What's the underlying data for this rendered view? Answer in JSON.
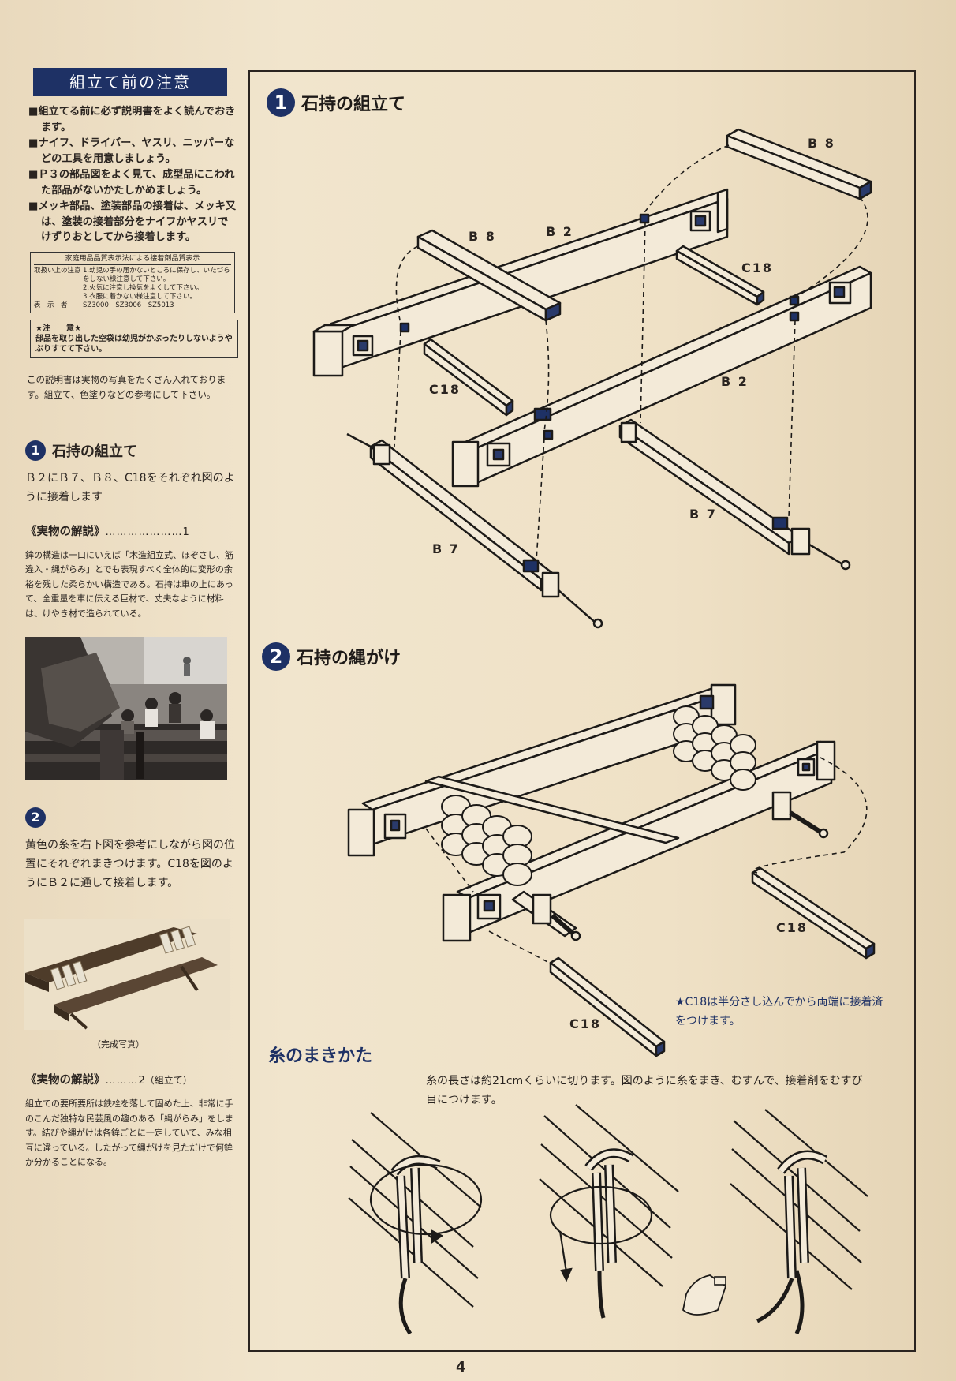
{
  "left": {
    "notice_title": "組立て前の注意",
    "notices": [
      "■組立てる前に必ず説明書をよく読んでおきます。",
      "■ナイフ、ドライバー、ヤスリ、ニッパーなどの工具を用意しましょう。",
      "■Ｐ３の部品図をよく見て、成型品にこわれた部品がないかたしかめましょう。",
      "■メッキ部品、塗装部品の接着は、メッキ又は、塗装の接着部分をナイフかヤスリでけずりおとしてから接着します。"
    ],
    "label_box": {
      "title": "家庭用品品質表示法による接着剤品質表示",
      "handling_key": "取扱い上の注意",
      "handling_lines": [
        "1.幼児の手の届かないところに保存し、いたづらをしない様注意して下さい。",
        "2.火気に注意し換気をよくして下さい。",
        "3.衣服に着かない様注意して下さい。"
      ],
      "maker_key": "表　示　者",
      "maker_value": "SZ3000　SZ3006　SZ5013"
    },
    "caution": {
      "title": "★注　　意★",
      "text": "部品を取り出した空袋は幼児がかぶったりしないようやぶりすてて下さい。"
    },
    "intro": "この説明書は実物の写真をたくさん入れております。組立て、色塗りなどの参考にして下さい。",
    "step1": {
      "num": "1",
      "title": "石持の組立て",
      "body": "Ｂ２にＢ７、Ｂ８、C18をそれぞれ図のように接着します",
      "kaisetsu_label": "《実物の解説》",
      "kaisetsu_dots": "…………………",
      "kaisetsu_num": "1",
      "kaisetsu_body": "鉾の構造は一口にいえば「木造組立式、ほぞさし、筋違入・縄がらみ」とでも表現すべく全体的に変形の余裕を残した柔らかい構造である。石持は車の上にあって、全重量を車に伝える巨材で、丈夫なように材料は、けやき材で造られている。"
    },
    "step2": {
      "num": "2",
      "body": "黄色の糸を右下図を参考にしながら図の位置にそれぞれまきつけます。C18を図のようにＢ２に通して接着します。",
      "caption": "（完成写真）",
      "kaisetsu_label": "《実物の解説》",
      "kaisetsu_dots": "………",
      "kaisetsu_num": "2",
      "kaisetsu_sub": "（組立て）",
      "kaisetsu_body": "組立ての要所要所は鉄栓を落して固めた上、非常に手のこんだ独特な民芸風の趣のある「縄がらみ」をします。結びや縄がけは各鉾ごとに一定していて、みな相互に違っている。したがって縄がけを見ただけで何鉾か分かることになる。"
    }
  },
  "panel": {
    "h1_num": "1",
    "h1": "石持の組立て",
    "h2_num": "2",
    "h2": "石持の縄がけ",
    "labels": {
      "b8a": "B 8",
      "b8b": "B 8",
      "b2a": "B 2",
      "b2b": "B 2",
      "c18a": "C18",
      "c18b": "C18",
      "b7a": "B 7",
      "b7b": "B 7",
      "c18c": "C18",
      "c18d": "C18"
    },
    "note": "★C18は半分さし込んでから両端に接着済をつけます。",
    "ito_title": "糸のまきかた",
    "ito_text": "糸の長さは約21cmくらいに切ります。図のように糸をまき、むすんで、接着剤をむすび目につけます。"
  },
  "page_number": "4",
  "colors": {
    "accent": "#1e3165",
    "paper": "#efe2c9",
    "ink": "#2a2420"
  }
}
